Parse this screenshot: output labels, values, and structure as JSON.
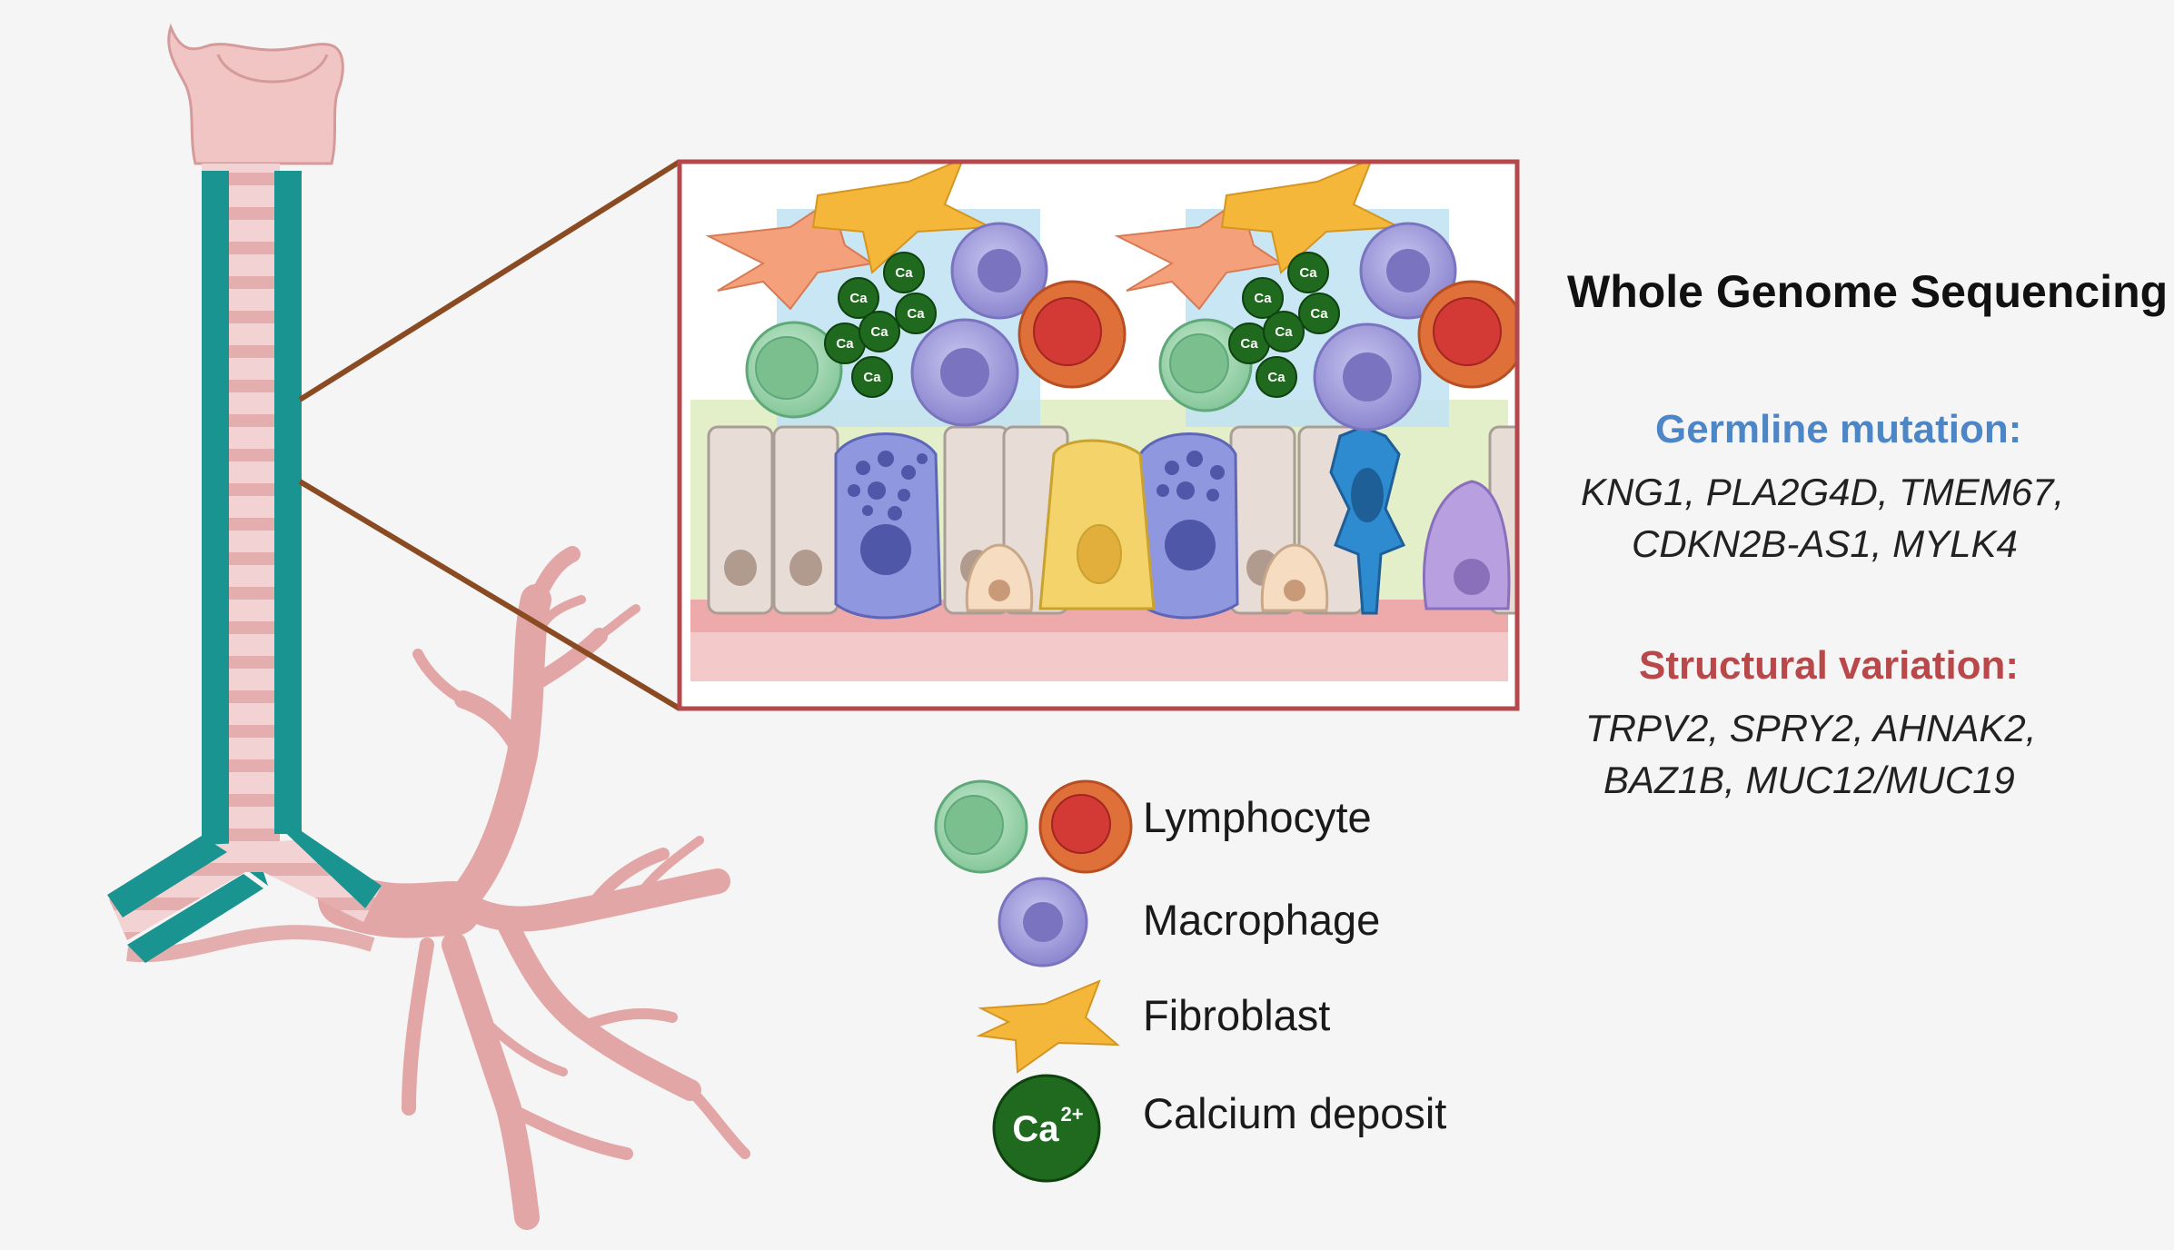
{
  "heading": "Whole Genome Sequencing",
  "germline": {
    "label": "Germline mutation:",
    "genes_line1": "KNG1, PLA2G4D, TMEM67,",
    "genes_line2": "CDKN2B-AS1, MYLK4"
  },
  "structural": {
    "label": "Structural variation:",
    "genes_line1": "TRPV2, SPRY2, AHNAK2,",
    "genes_line2": "BAZ1B, MUC12/MUC19"
  },
  "legend": {
    "lymphocyte": "Lymphocyte",
    "macrophage": "Macrophage",
    "fibroblast": "Fibroblast",
    "calcium": "Calcium deposit",
    "calcium_symbol": "Ca",
    "calcium_charge": "2+"
  },
  "inset_calcium_label": "Ca",
  "colors": {
    "trachea_wall": "#1a9490",
    "airway_pink": "#e8b7b7",
    "inset_border": "#b5484c",
    "connector": "#8a4a22",
    "germline_heading": "#4d86c6",
    "structural_heading": "#b8484a",
    "lymphocyte_green": "#8fcf9f",
    "lymphocyte_orange": "#e0703a",
    "macrophage": "#a8a4dc",
    "fibroblast": "#f0b840",
    "calcium": "#1f6a1f"
  }
}
